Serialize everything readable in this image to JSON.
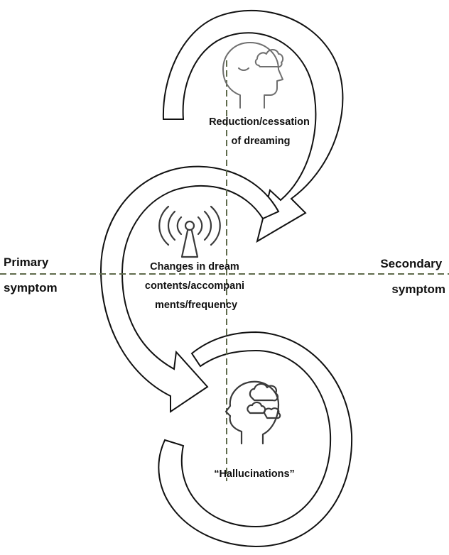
{
  "axis_labels": {
    "left": [
      "Primary",
      "symptom"
    ],
    "right": [
      "Secondary",
      "symptom"
    ]
  },
  "stages": [
    {
      "lines": [
        "Reduction/cessation",
        "of dreaming"
      ],
      "icon": "head-with-cloud-icon"
    },
    {
      "lines": [
        "Changes in dream",
        "contents/accompani",
        "ments/frequency"
      ],
      "icon": "antenna-signal-icon"
    },
    {
      "lines": [
        "“Hallucinations”"
      ],
      "icon": "head-with-clouds-icon"
    }
  ],
  "colors": {
    "outline": "#111111",
    "axis": "#5f6b4c",
    "icon": "#6f6f6f"
  }
}
